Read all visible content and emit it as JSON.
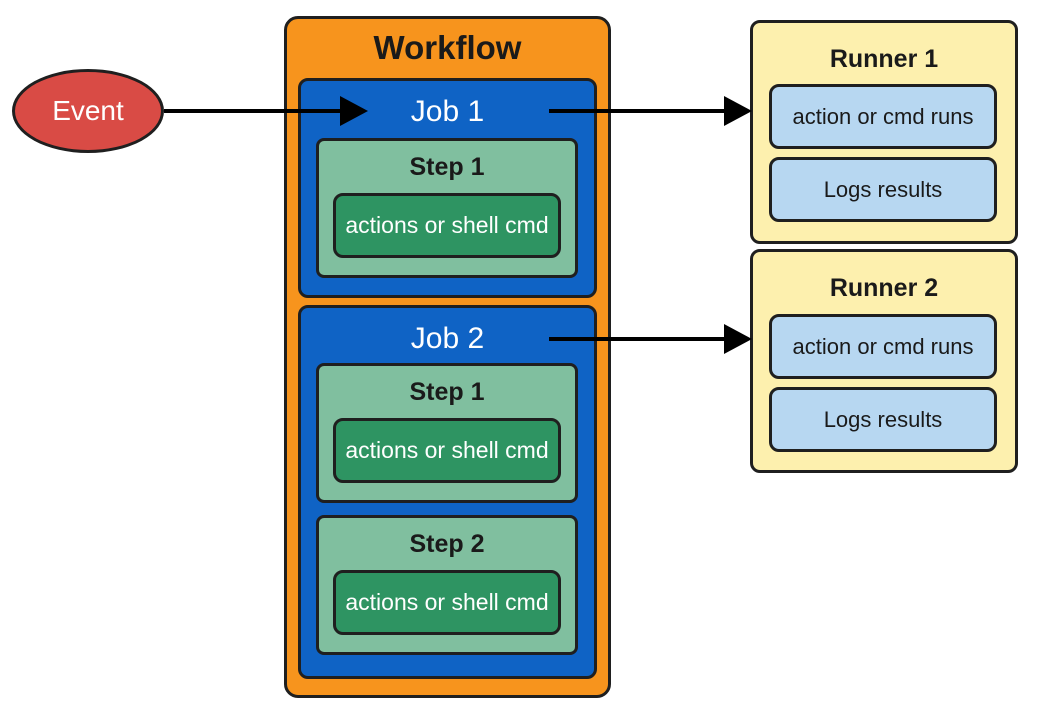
{
  "event": {
    "label": "Event"
  },
  "workflow": {
    "title": "Workflow",
    "jobs": [
      {
        "title": "Job 1",
        "steps": [
          {
            "title": "Step 1",
            "action": "actions or shell cmd"
          }
        ]
      },
      {
        "title": "Job 2",
        "steps": [
          {
            "title": "Step 1",
            "action": "actions or shell cmd"
          },
          {
            "title": "Step 2",
            "action": "actions or shell cmd"
          }
        ]
      }
    ]
  },
  "runners": [
    {
      "title": "Runner 1",
      "items": [
        "action or cmd runs",
        "Logs results"
      ]
    },
    {
      "title": "Runner 2",
      "items": [
        "action or cmd runs",
        "Logs results"
      ]
    }
  ],
  "colors": {
    "event": "#d94b45",
    "workflow": "#f7941d",
    "job": "#0f63c5",
    "step": "#80bf9f",
    "action": "#2e9462",
    "runner": "#fdf0ae",
    "runner_item": "#b7d7f1"
  }
}
